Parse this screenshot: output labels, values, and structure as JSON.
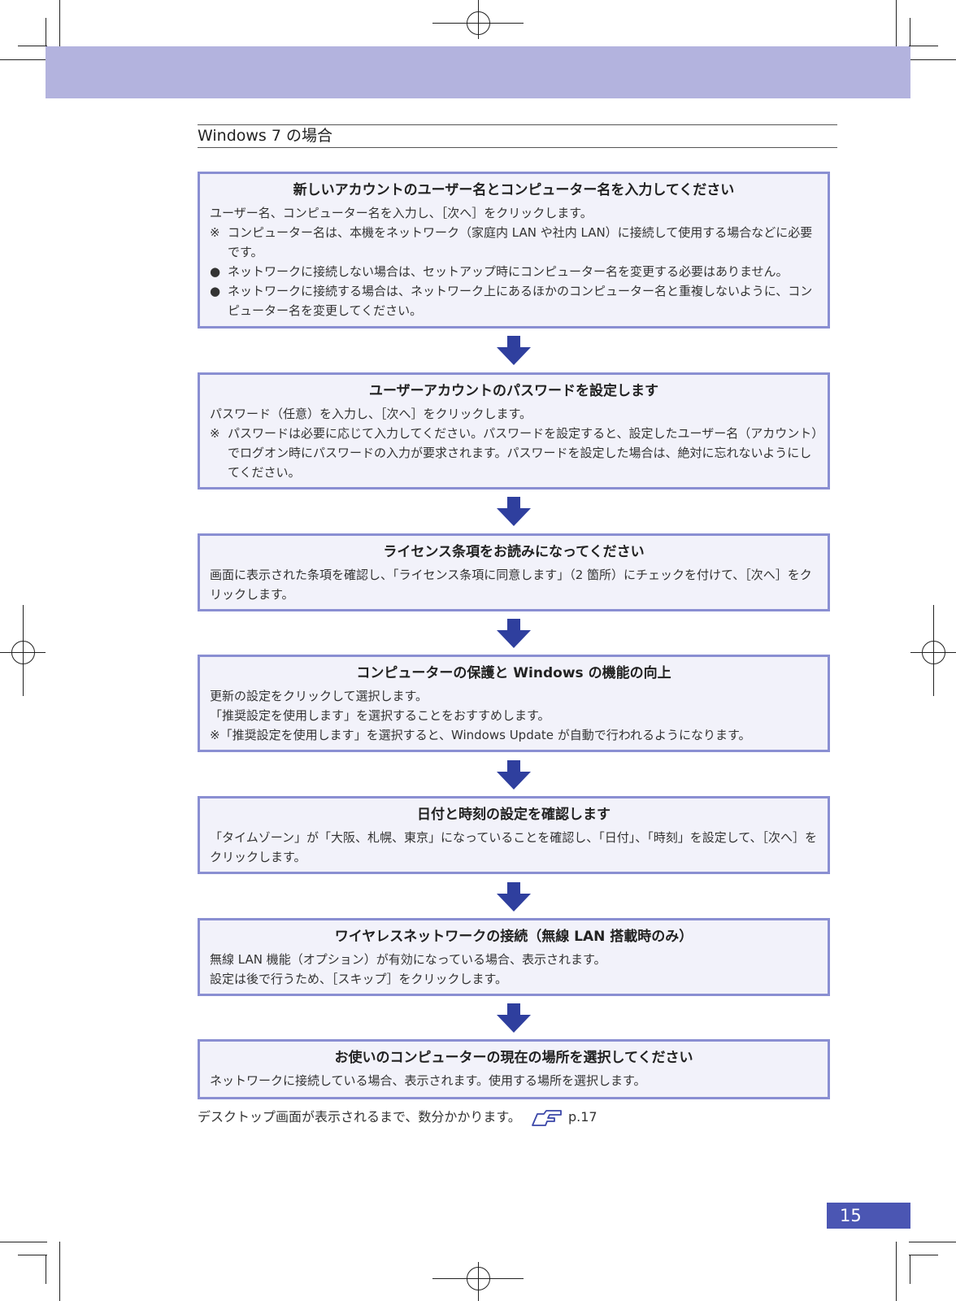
{
  "section_title": "Windows 7 の場合",
  "steps": [
    {
      "title": "新しいアカウントのユーザー名とコンピューター名を入力してください",
      "lines": [
        "ユーザー名、コンピューター名を入力し、［次へ］をクリックします。"
      ],
      "notes": [
        {
          "mark": "※",
          "text": "コンピューター名は、本機をネットワーク（家庭内 LAN や社内 LAN）に接続して使用する場合などに必要です。"
        },
        {
          "mark": "●",
          "text": "ネットワークに接続しない場合は、セットアップ時にコンピューター名を変更する必要はありません。"
        },
        {
          "mark": "●",
          "text": "ネットワークに接続する場合は、ネットワーク上にあるほかのコンピューター名と重複しないように、コンピューター名を変更してください。"
        }
      ]
    },
    {
      "title": "ユーザーアカウントのパスワードを設定します",
      "lines": [
        "パスワード（任意）を入力し、［次へ］をクリックします。"
      ],
      "notes": [
        {
          "mark": "※",
          "text": "パスワードは必要に応じて入力してください。パスワードを設定すると、設定したユーザー名（アカウント）でログオン時にパスワードの入力が要求されます。パスワードを設定した場合は、絶対に忘れないようにしてください。"
        }
      ]
    },
    {
      "title": "ライセンス条項をお読みになってください",
      "lines": [
        "画面に表示された条項を確認し、「ライセンス条項に同意します」（2 箇所）にチェックを付けて、［次へ］をクリックします。"
      ],
      "notes": []
    },
    {
      "title": "コンピューターの保護と Windows の機能の向上",
      "lines": [
        "更新の設定をクリックして選択します。",
        "「推奨設定を使用します」を選択することをおすすめします。",
        "※「推奨設定を使用します」を選択すると、Windows Update が自動で行われるようになります。"
      ],
      "notes": []
    },
    {
      "title": "日付と時刻の設定を確認します",
      "lines": [
        "「タイムゾーン」が「大阪、札幌、東京」になっていることを確認し、「日付」、「時刻」を設定して、［次へ］をクリックします。"
      ],
      "notes": []
    },
    {
      "title": "ワイヤレスネットワークの接続（無線 LAN 搭載時のみ）",
      "lines": [
        "無線 LAN 機能（オプション）が有効になっている場合、表示されます。",
        "設定は後で行うため、［スキップ］をクリックします。"
      ],
      "notes": []
    },
    {
      "title": "お使いのコンピューターの現在の場所を選択してください",
      "lines": [
        "ネットワークに接続している場合、表示されます。使用する場所を選択します。"
      ],
      "notes": []
    }
  ],
  "footer": {
    "text": "デスクトップ画面が表示されるまで、数分かかります。",
    "ref_icon": "pointing-hand-icon",
    "ref_page": "p.17"
  },
  "page_number": "15",
  "colors": {
    "header_band": "#b3b3de",
    "step_border": "#8a8fd2",
    "step_bg": "#f2f2fa",
    "arrow": "#2f3f9e",
    "page_number_bg": "#4b56b3"
  }
}
